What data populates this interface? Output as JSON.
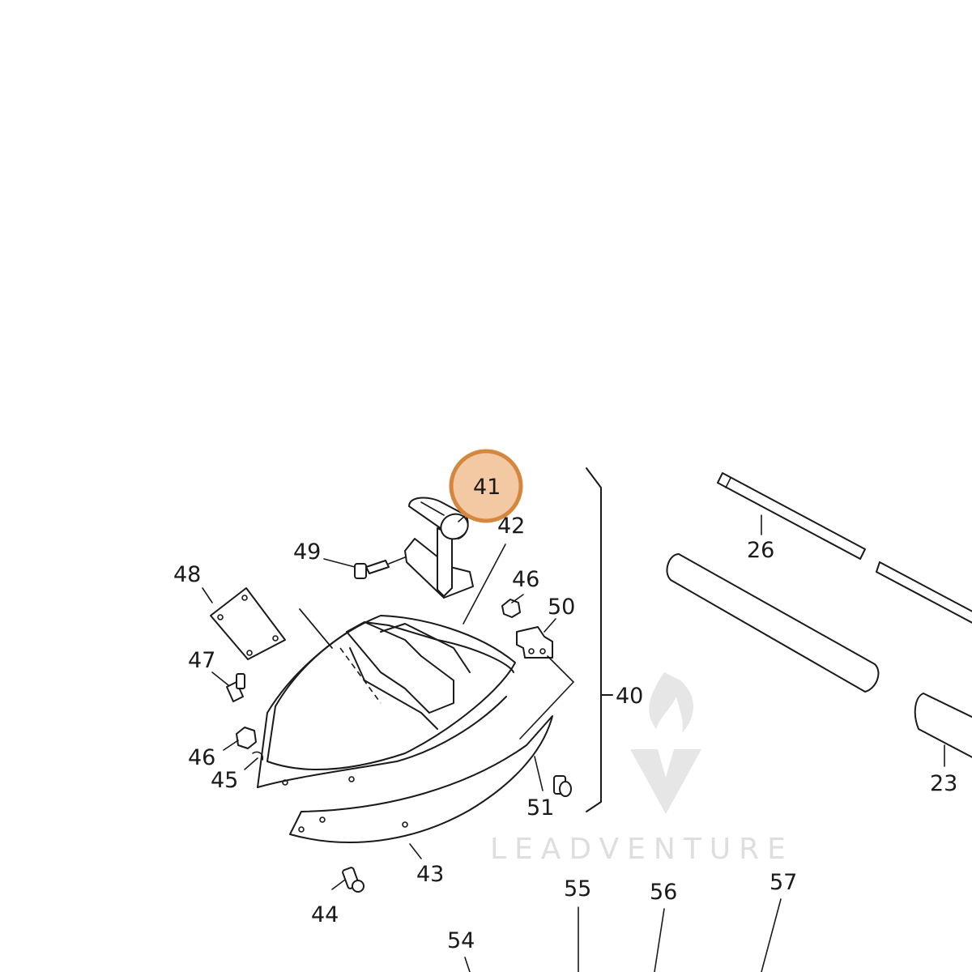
{
  "callouts": {
    "c23": "23",
    "c26": "26",
    "c40": "40",
    "c41": "41",
    "c42": "42",
    "c43": "43",
    "c44": "44",
    "c45": "45",
    "c46a": "46",
    "c46b": "46",
    "c47": "47",
    "c48": "48",
    "c49": "49",
    "c50": "50",
    "c51": "51",
    "c54": "54",
    "c55": "55",
    "c56": "56",
    "c57": "57"
  },
  "highlight": {
    "callout": "41",
    "color": "#f2c9a2",
    "border": "#d6873f"
  },
  "watermark": {
    "text": "LEADVENTURE"
  },
  "colors": {
    "line": "#1a1a1a",
    "background": "#ffffff"
  }
}
